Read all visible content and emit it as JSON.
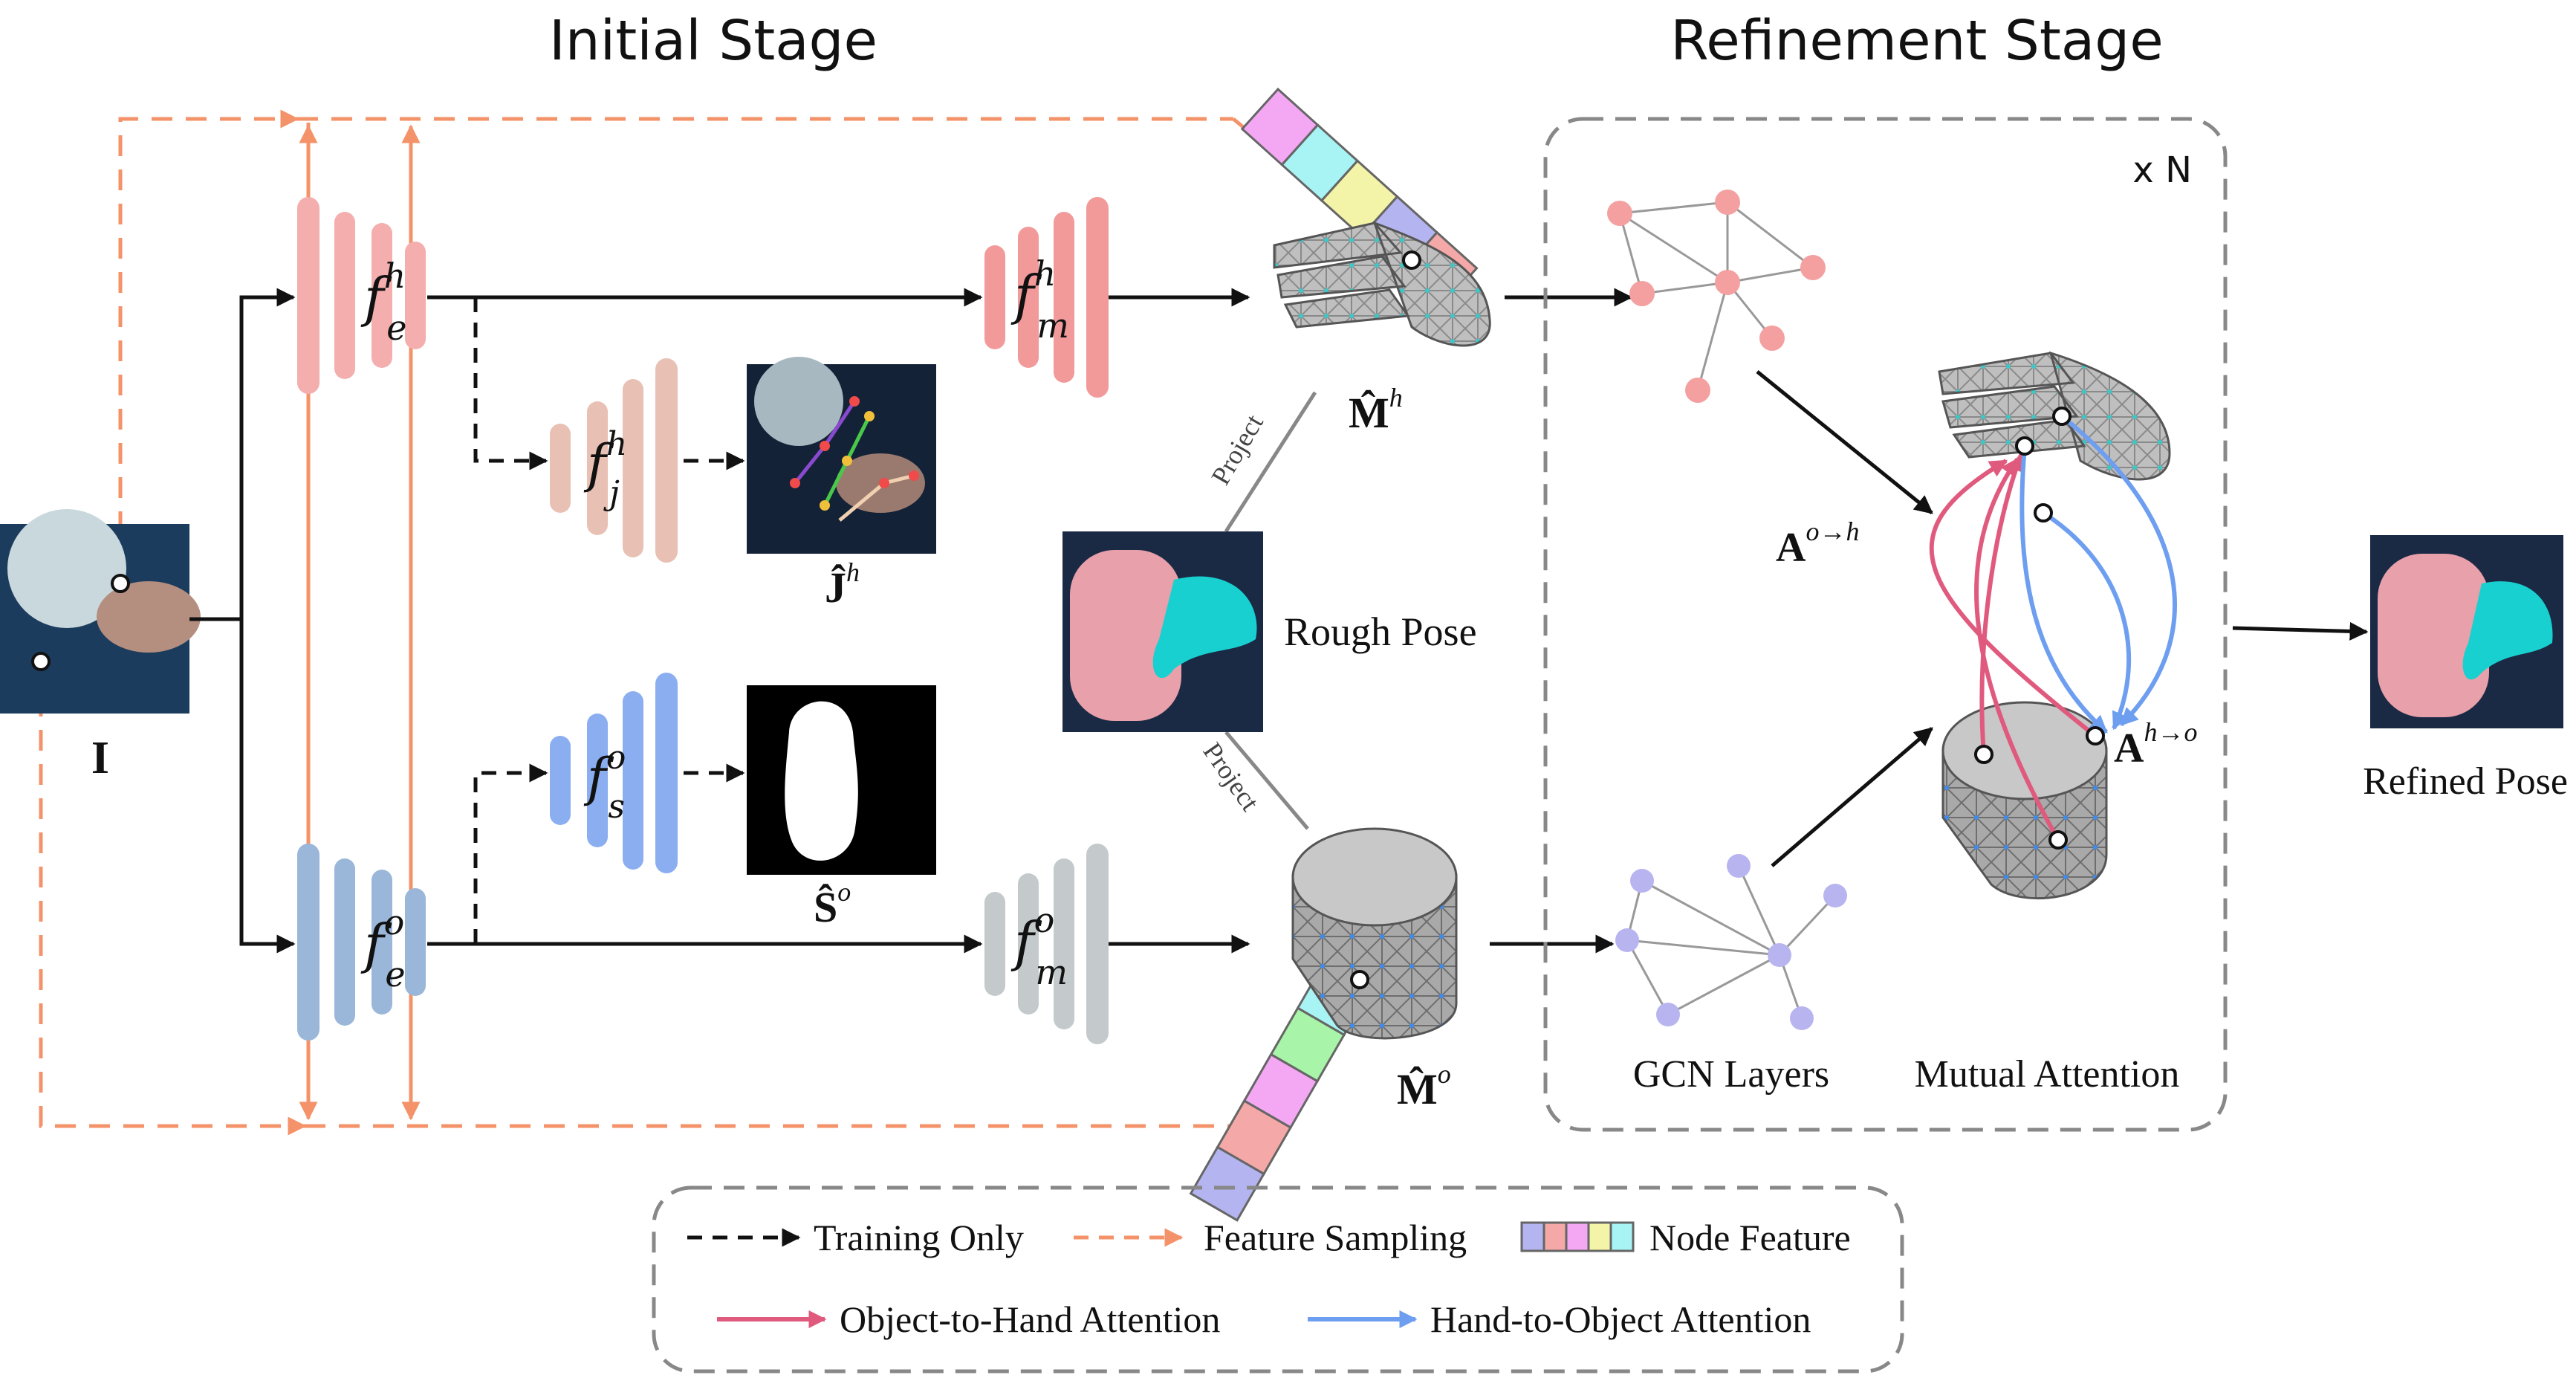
{
  "stages": {
    "initial": "Initial Stage",
    "refinement": "Refinement Stage",
    "repeat": "x N"
  },
  "inputs": {
    "image": "I"
  },
  "encoders": {
    "hand": {
      "base": "f",
      "sup": "h",
      "sub": "e"
    },
    "object": {
      "base": "f",
      "sup": "o",
      "sub": "e"
    }
  },
  "heads": {
    "joint": {
      "base": "f",
      "sup": "h",
      "sub": "j"
    },
    "seg": {
      "base": "f",
      "sup": "o",
      "sub": "s"
    },
    "hand_mesh": {
      "base": "f",
      "sup": "h",
      "sub": "m"
    },
    "obj_mesh": {
      "base": "f",
      "sup": "o",
      "sub": "m"
    }
  },
  "outputs": {
    "joints": {
      "base": "Ĵ",
      "sup": "h"
    },
    "seg": {
      "base": "Ŝ",
      "sup": "o"
    },
    "hand_mesh": {
      "base": "M̂",
      "sup": "h"
    },
    "obj_mesh": {
      "base": "M̂",
      "sup": "o"
    }
  },
  "labels": {
    "project_top": "Project",
    "project_bottom": "Project",
    "rough_pose": "Rough Pose",
    "refined_pose": "Refined Pose",
    "gcn": "GCN Layers",
    "mutual": "Mutual Attention",
    "attn_o2h": {
      "base": "A",
      "sup": "o→h"
    },
    "attn_h2o": {
      "base": "A",
      "sup": "h→o"
    }
  },
  "legend": {
    "training_only": "Training Only",
    "feature_sampling": "Feature Sampling",
    "node_feature": "Node Feature",
    "o2h": "Object-to-Hand Attention",
    "h2o": "Hand-to-Object Attention"
  },
  "colors": {
    "hand_enc": "#f4aeae",
    "hand_joint": "#e8c0b4",
    "hand_mesh": "#f29a9a",
    "obj_enc": "#9ab6d8",
    "obj_seg": "#8aaef0",
    "obj_mesh": "#c4cacc",
    "sampling": "#f4936a",
    "o2h": "#e05a7e",
    "h2o": "#6e9ef0",
    "hand_node": "#f4a0a0",
    "obj_node": "#b8b4f0",
    "node_feature": [
      "#b4b4f0",
      "#f4a8a8",
      "#f4a8f4",
      "#f4f4a8",
      "#a8f4f4"
    ]
  }
}
